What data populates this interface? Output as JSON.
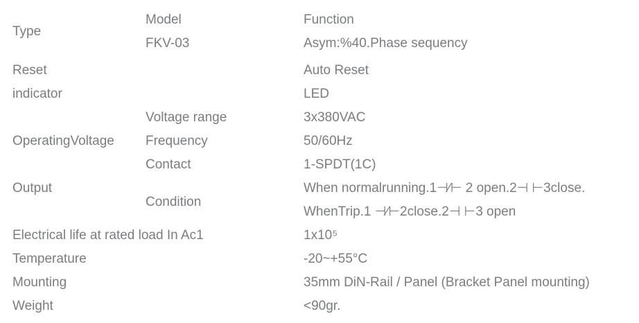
{
  "colors": {
    "background": "#ffffff",
    "text": "#7a7d80"
  },
  "spec": {
    "type_label": "Type",
    "model_label": "Model",
    "model_value": "FKV-03",
    "function_label": "Function",
    "function_value": "Asym:%40.Phase sequency",
    "reset_label": "Reset",
    "reset_value": "Auto Reset",
    "indicator_label": "indicator",
    "indicator_value": "LED",
    "voltage_range_label": "Voltage range",
    "voltage_range_value": "3x380VAC",
    "operating_voltage_label": "OperatingVoltage",
    "frequency_label": "Frequency",
    "frequency_value": "50/60Hz",
    "output_label": "Output",
    "contact_label": "Contact",
    "contact_value": "1-SPDT(1C)",
    "condition_label": "Condition",
    "condition_value_line1": "When normalrunning.1⊣∕⊢ 2 open.2⊣ ⊢3close.",
    "condition_value_line2": "WhenTrip.1 ⊣∕⊢2close.2⊣ ⊢3 open",
    "electrical_life_label": "Electrical life at rated load In Ac1",
    "electrical_life_value": "1x10⁵",
    "temperature_label": "Temperature",
    "temperature_value": "-20~+55°C",
    "mounting_label": "Mounting",
    "mounting_value": "35mm DiN-Rail / Panel (Bracket Panel mounting)",
    "weight_label": "Weight",
    "weight_value": "<90gr."
  }
}
